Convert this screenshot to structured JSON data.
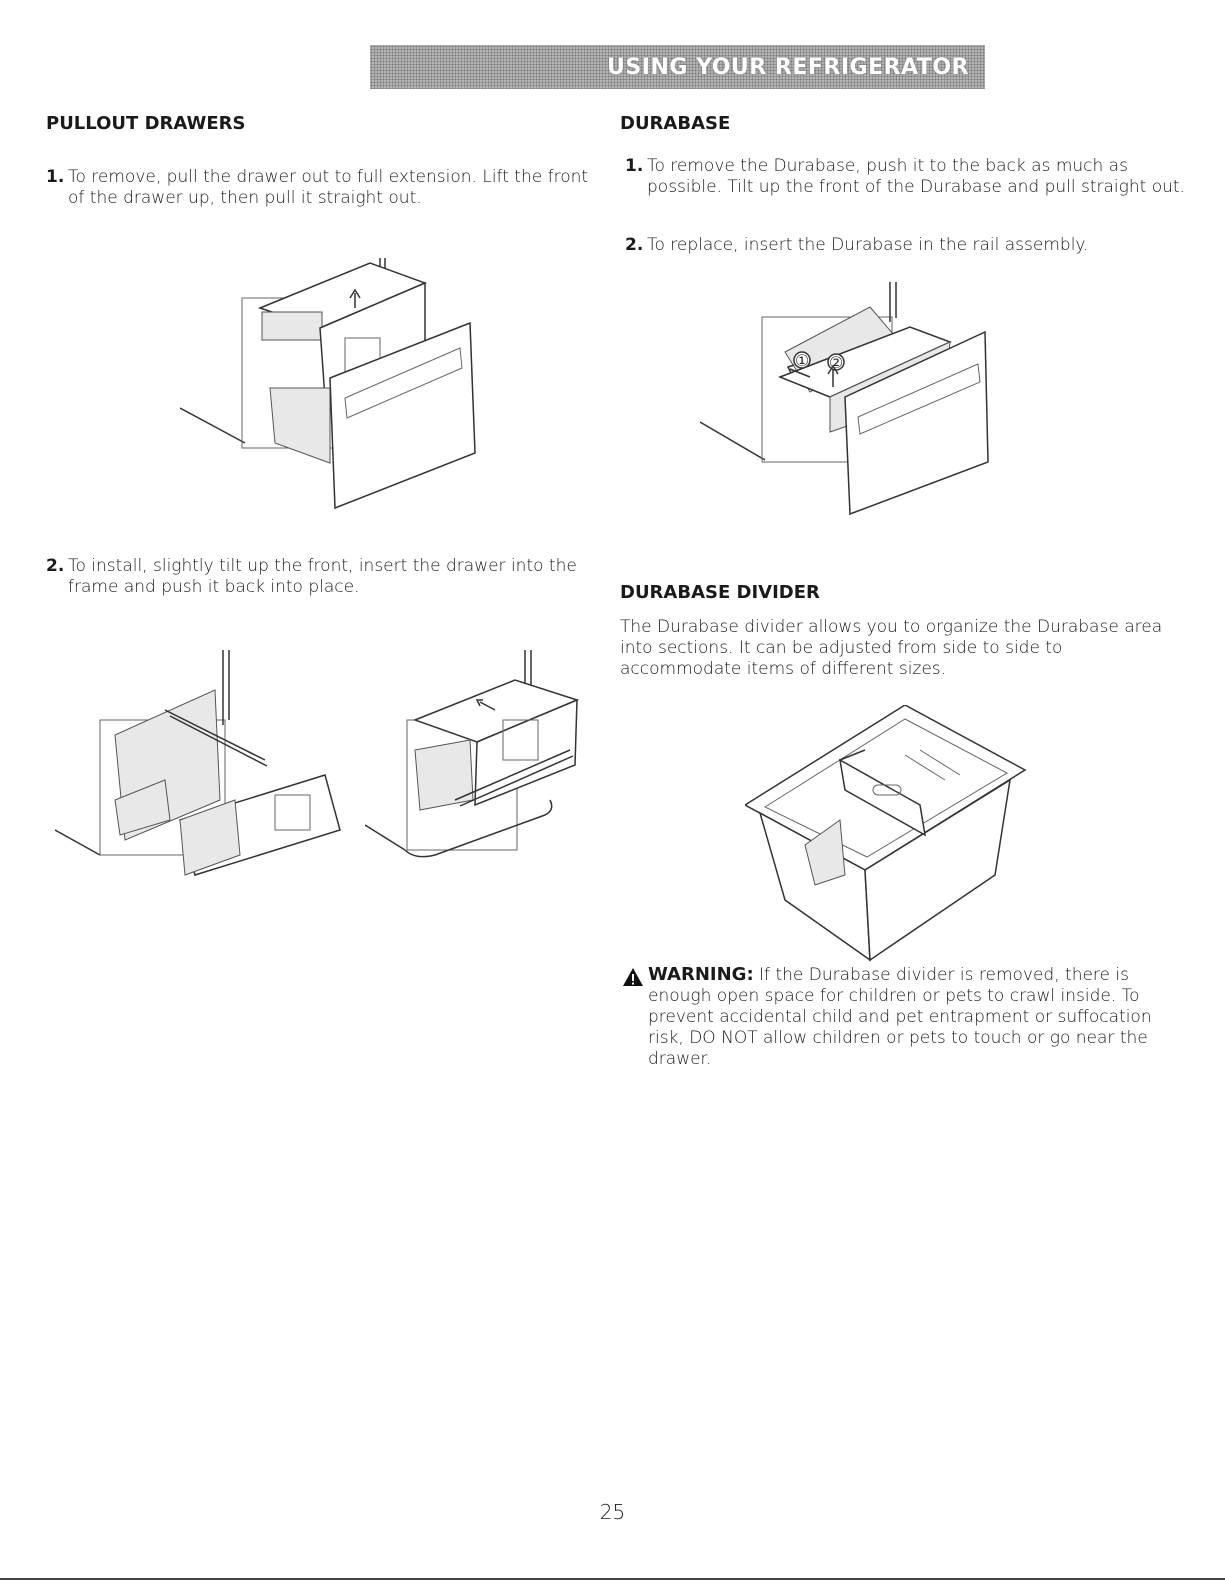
{
  "header": {
    "title": "USING YOUR REFRIGERATOR"
  },
  "pullout": {
    "title": "PULLOUT DRAWERS",
    "step1": {
      "num": "1.",
      "text": "To remove, pull the drawer out to full extension. Lift the front of the drawer up, then pull it straight out."
    },
    "step2": {
      "num": "2.",
      "text": "To install, slightly tilt up the front, insert the drawer into the frame and push it back into place."
    }
  },
  "durabase": {
    "title": "DURABASE",
    "step1": {
      "num": "1.",
      "text": "To remove the Durabase, push it to the back as much as possible. Tilt up the front of the Durabase and pull straight out."
    },
    "step2": {
      "num": "2.",
      "text": "To replace, insert the Durabase in the rail assembly."
    },
    "callout1": "①",
    "callout2": "②"
  },
  "divider": {
    "title": "DURABASE DIVIDER",
    "text": "The Durabase divider allows you to organize the Durabase area into sections. It can be adjusted from side to side to accommodate items of different sizes."
  },
  "warning": {
    "label": "WARNING:",
    "text": "If the Durabase divider is removed, there is enough open space for children or pets to crawl inside. To prevent accidental child and pet entrapment or suffocation risk, DO NOT allow children or pets to touch or go near the drawer."
  },
  "page_number": "25"
}
